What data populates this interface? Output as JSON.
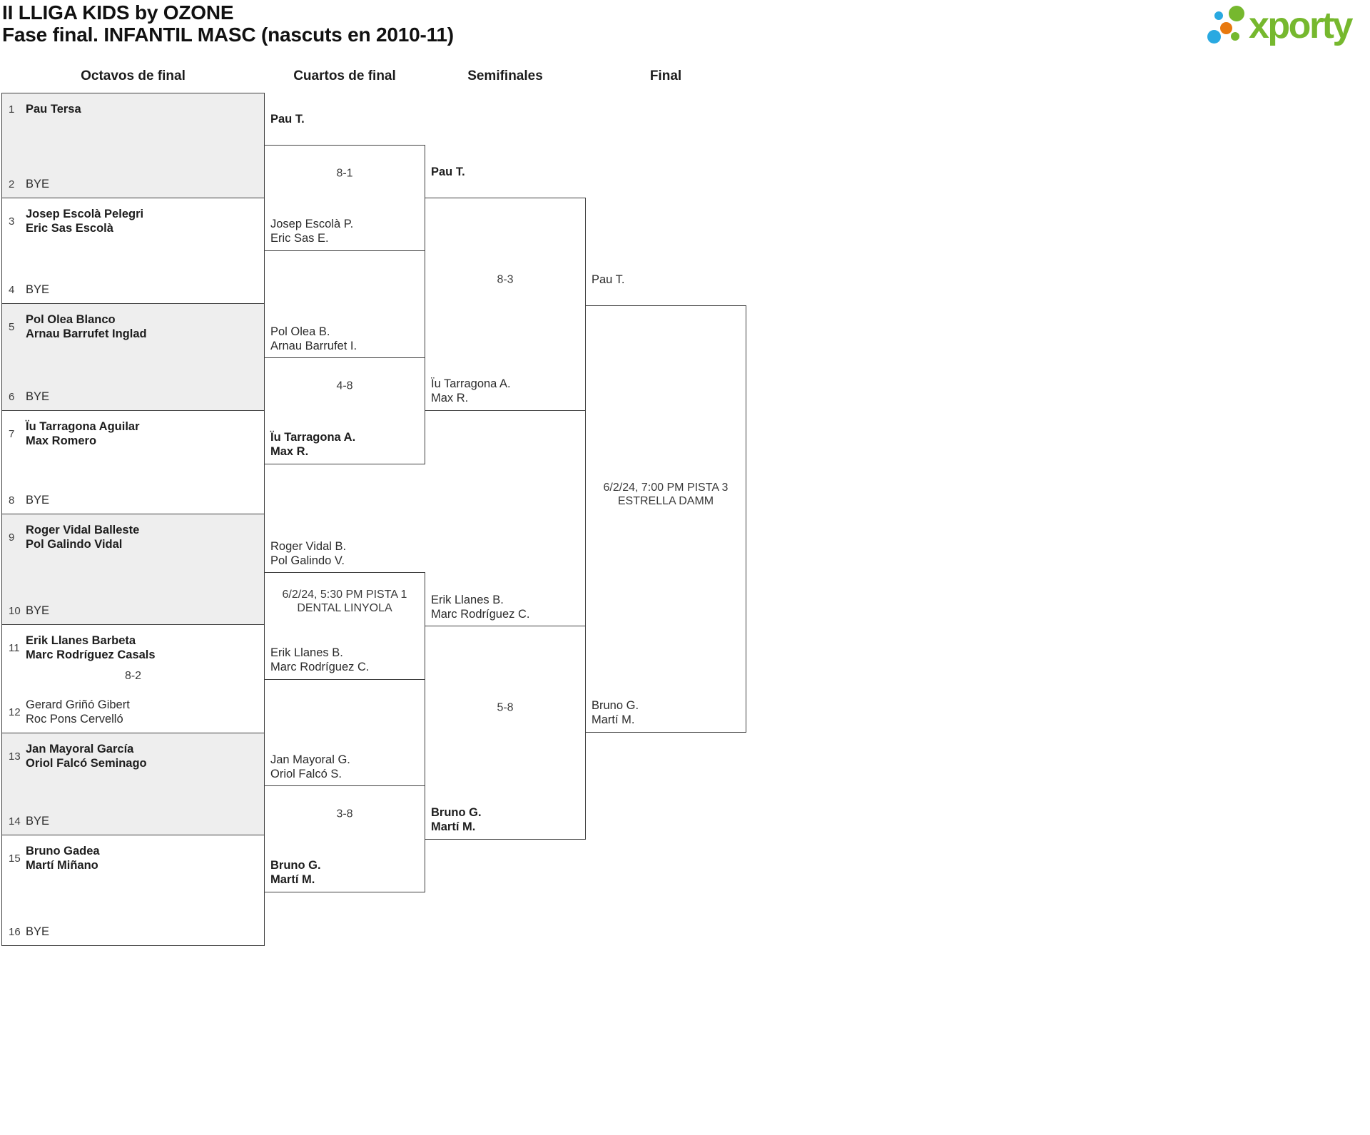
{
  "header": {
    "title": "II LLIGA KIDS by OZONE",
    "subtitle": "Fase final. INFANTIL MASC (nascuts en 2010-11)"
  },
  "logo": {
    "text": "xporty",
    "green": "#76b82e",
    "blue": "#29a9e1",
    "orange": "#e8790e"
  },
  "columns": [
    "Octavos de final",
    "Cuartos de final",
    "Semifinales",
    "Final"
  ],
  "octavos": [
    {
      "seed_top": "1",
      "team_top": "Pau Tersa",
      "center": "",
      "seed_bottom": "2",
      "team_bottom": "BYE"
    },
    {
      "seed_top": "3",
      "team_top": "Josep Escolà Pelegri\nEric Sas Escolà",
      "center": "",
      "seed_bottom": "4",
      "team_bottom": "BYE"
    },
    {
      "seed_top": "5",
      "team_top": "Pol Olea Blanco\nArnau Barrufet Inglad",
      "center": "",
      "seed_bottom": "6",
      "team_bottom": "BYE"
    },
    {
      "seed_top": "7",
      "team_top": "Ïu Tarragona Aguilar\nMax Romero",
      "center": "",
      "seed_bottom": "8",
      "team_bottom": "BYE"
    },
    {
      "seed_top": "9",
      "team_top": "Roger Vidal Balleste\nPol Galindo Vidal",
      "center": "",
      "seed_bottom": "10",
      "team_bottom": "BYE"
    },
    {
      "seed_top": "11",
      "team_top": "Erik Llanes Barbeta\nMarc Rodríguez Casals",
      "center": "8-2",
      "seed_bottom": "12",
      "team_bottom": "Gerard Griñó Gibert\nRoc Pons Cervelló"
    },
    {
      "seed_top": "13",
      "team_top": "Jan Mayoral García\nOriol Falcó Seminago",
      "center": "",
      "seed_bottom": "14",
      "team_bottom": "BYE"
    },
    {
      "seed_top": "15",
      "team_top": "Bruno Gadea\nMartí Miñano",
      "center": "",
      "seed_bottom": "16",
      "team_bottom": "BYE"
    }
  ],
  "cuartos": [
    {
      "team_top": "Pau T.",
      "center": "8-1",
      "team_bottom": "Josep Escolà P.\nEric Sas E."
    },
    {
      "team_top": "Pol Olea B.\nArnau Barrufet I.",
      "center": "4-8",
      "team_bottom": "Ïu Tarragona A.\nMax R."
    },
    {
      "team_top": "Roger Vidal B.\nPol Galindo V.",
      "center": "6/2/24, 5:30 PM PISTA 1\nDENTAL LINYOLA",
      "team_bottom": "Erik Llanes B.\nMarc Rodríguez C."
    },
    {
      "team_top": "Jan Mayoral G.\nOriol Falcó S.",
      "center": "3-8",
      "team_bottom": "Bruno G.\nMartí M."
    }
  ],
  "semifinales": [
    {
      "team_top": "Pau T.",
      "center": "8-3",
      "team_bottom": "Ïu Tarragona A.\nMax R."
    },
    {
      "team_top": "Erik Llanes B.\nMarc Rodríguez C.",
      "center": "5-8",
      "team_bottom": "Bruno G.\nMartí M."
    }
  ],
  "final": {
    "team_top": "Pau T.",
    "center": "6/2/24, 7:00 PM PISTA 3\nESTRELLA DAMM",
    "team_bottom": "Bruno G.\nMartí M."
  }
}
